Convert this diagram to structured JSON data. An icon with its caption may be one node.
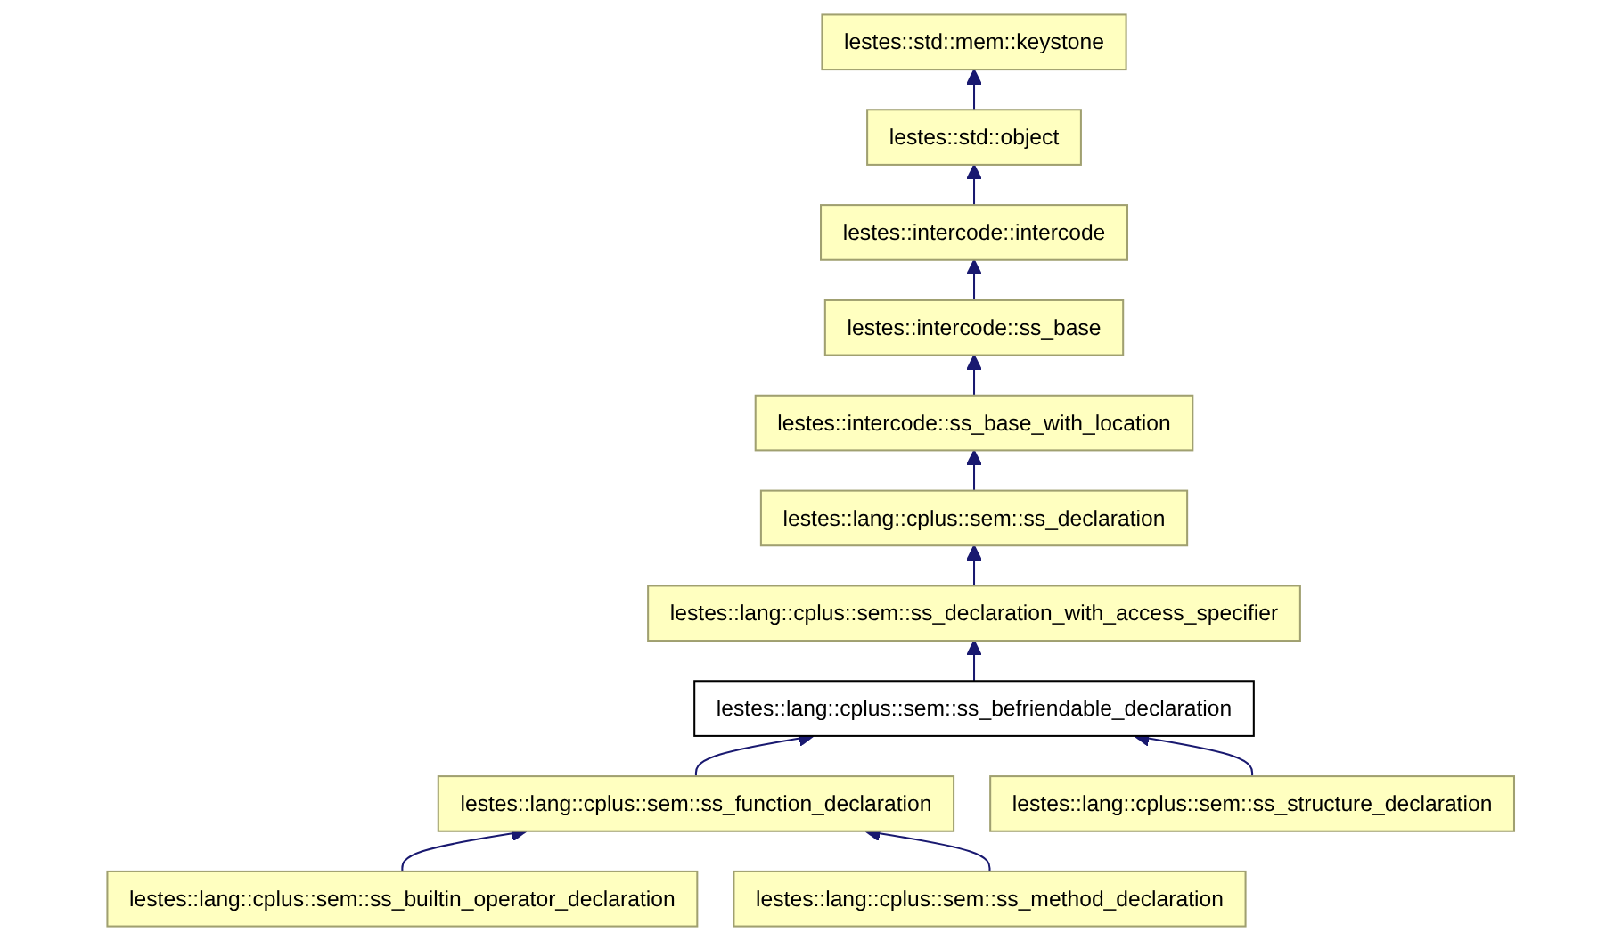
{
  "diagram": {
    "nodes": [
      {
        "text": [
          "lestes::std::mem::keystone"
        ]
      },
      {
        "text": [
          "lestes::std::object"
        ]
      },
      {
        "text": [
          "lestes::intercode::intercode"
        ]
      },
      {
        "text": [
          "lestes::intercode::ss_base"
        ]
      },
      {
        "text": [
          "lestes::intercode::ss_base_with_location"
        ]
      },
      {
        "text": [
          "lestes::lang::cplus::sem::ss_declaration"
        ]
      },
      {
        "text": [
          "lestes::lang::cplus::sem::ss_declaration_with_access_specifier"
        ]
      },
      {
        "text": [
          "lestes::lang::cplus::sem::ss_befriendable_declaration"
        ]
      },
      {
        "text": [
          "lestes::lang::cplus::sem::ss_function_declaration"
        ]
      },
      {
        "text": [
          "lestes::lang::cplus::sem::ss_structure_declaration"
        ]
      },
      {
        "text": [
          "lestes::lang::cplus::sem::ss_builtin_operator_declaration"
        ]
      },
      {
        "text": [
          "lestes::lang::cplus::sem::ss_method_declaration"
        ]
      }
    ],
    "edges": [
      {
        "from": 1,
        "to": 0,
        "arrow": "to"
      },
      {
        "from": 2,
        "to": 1,
        "arrow": "to"
      },
      {
        "from": 3,
        "to": 2,
        "arrow": "to"
      },
      {
        "from": 4,
        "to": 3,
        "arrow": "to"
      },
      {
        "from": 5,
        "to": 4,
        "arrow": "to"
      },
      {
        "from": 6,
        "to": 5,
        "arrow": "to"
      },
      {
        "from": 7,
        "to": 6,
        "arrow": "to"
      },
      {
        "from": 8,
        "to": 7,
        "arrow": "to"
      },
      {
        "from": 9,
        "to": 7,
        "arrow": "to"
      },
      {
        "from": 10,
        "to": 8,
        "arrow": "to"
      },
      {
        "from": 11,
        "to": 8,
        "arrow": "to"
      }
    ]
  }
}
